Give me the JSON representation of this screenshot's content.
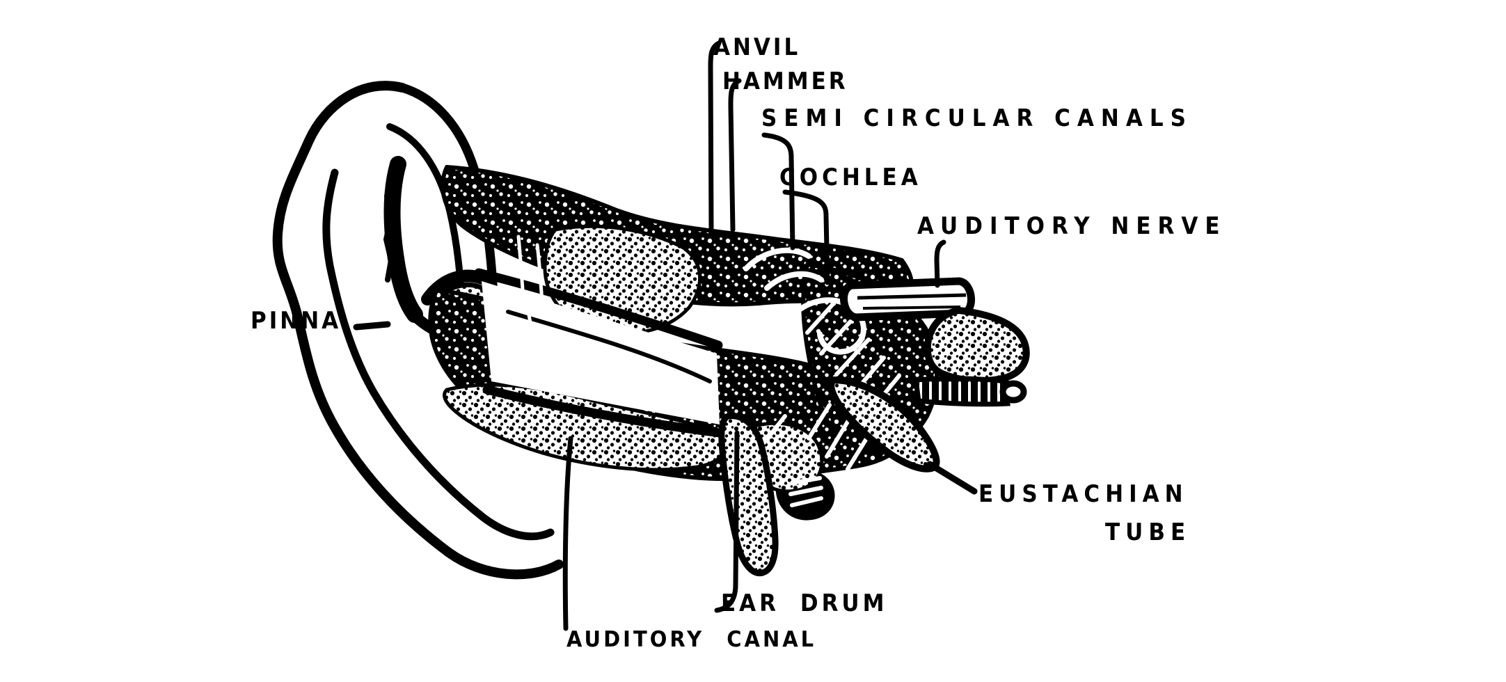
{
  "figure": {
    "labels": {
      "anvil": "ANVIL",
      "hammer": "HAMMER",
      "semi_circular_canals": "SEMI CIRCULAR CANALS",
      "cochlea": "COCHLEA",
      "auditory_nerve": "AUDITORY NERVE",
      "pinna": "PINNA",
      "eustachian": "EUSTACHIAN",
      "tube": "TUBE",
      "ear_drum": "EAR DRUM",
      "auditory_canal": "AUDITORY CANAL"
    },
    "colors": {
      "ink": "#000000",
      "background": "#ffffff"
    }
  }
}
